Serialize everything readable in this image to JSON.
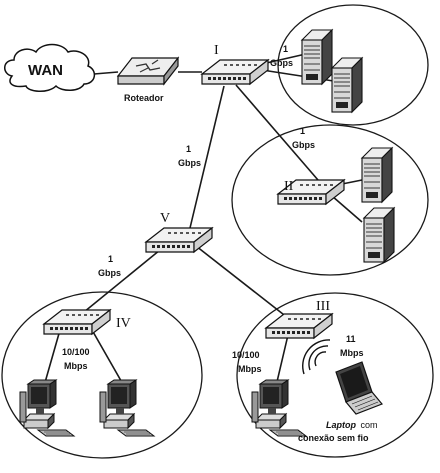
{
  "wan": {
    "label": "WAN"
  },
  "router": {
    "label": "Roteador"
  },
  "switches": {
    "s1": {
      "label": "I"
    },
    "s2": {
      "label": "II"
    },
    "s3": {
      "label": "III"
    },
    "s4": {
      "label": "IV"
    },
    "s5": {
      "label": "V"
    }
  },
  "links": {
    "s1_servers": {
      "speed": "1",
      "unit": "Gbps"
    },
    "s1_s2": {
      "speed": "1",
      "unit": "Gbps"
    },
    "s1_s5": {
      "speed": "1",
      "unit": "Gbps"
    },
    "s5_s4": {
      "speed": "1",
      "unit": "Gbps"
    },
    "s4_pcs": {
      "speed": "10/100",
      "unit": "Mbps"
    },
    "s3_pc": {
      "speed": "10/100",
      "unit": "Mbps"
    },
    "wireless": {
      "speed": "11",
      "unit": "Mbps"
    }
  },
  "laptop": {
    "label_italic": "Laptop",
    "label_rest": "com",
    "label_line2": "conexão sem fio"
  }
}
